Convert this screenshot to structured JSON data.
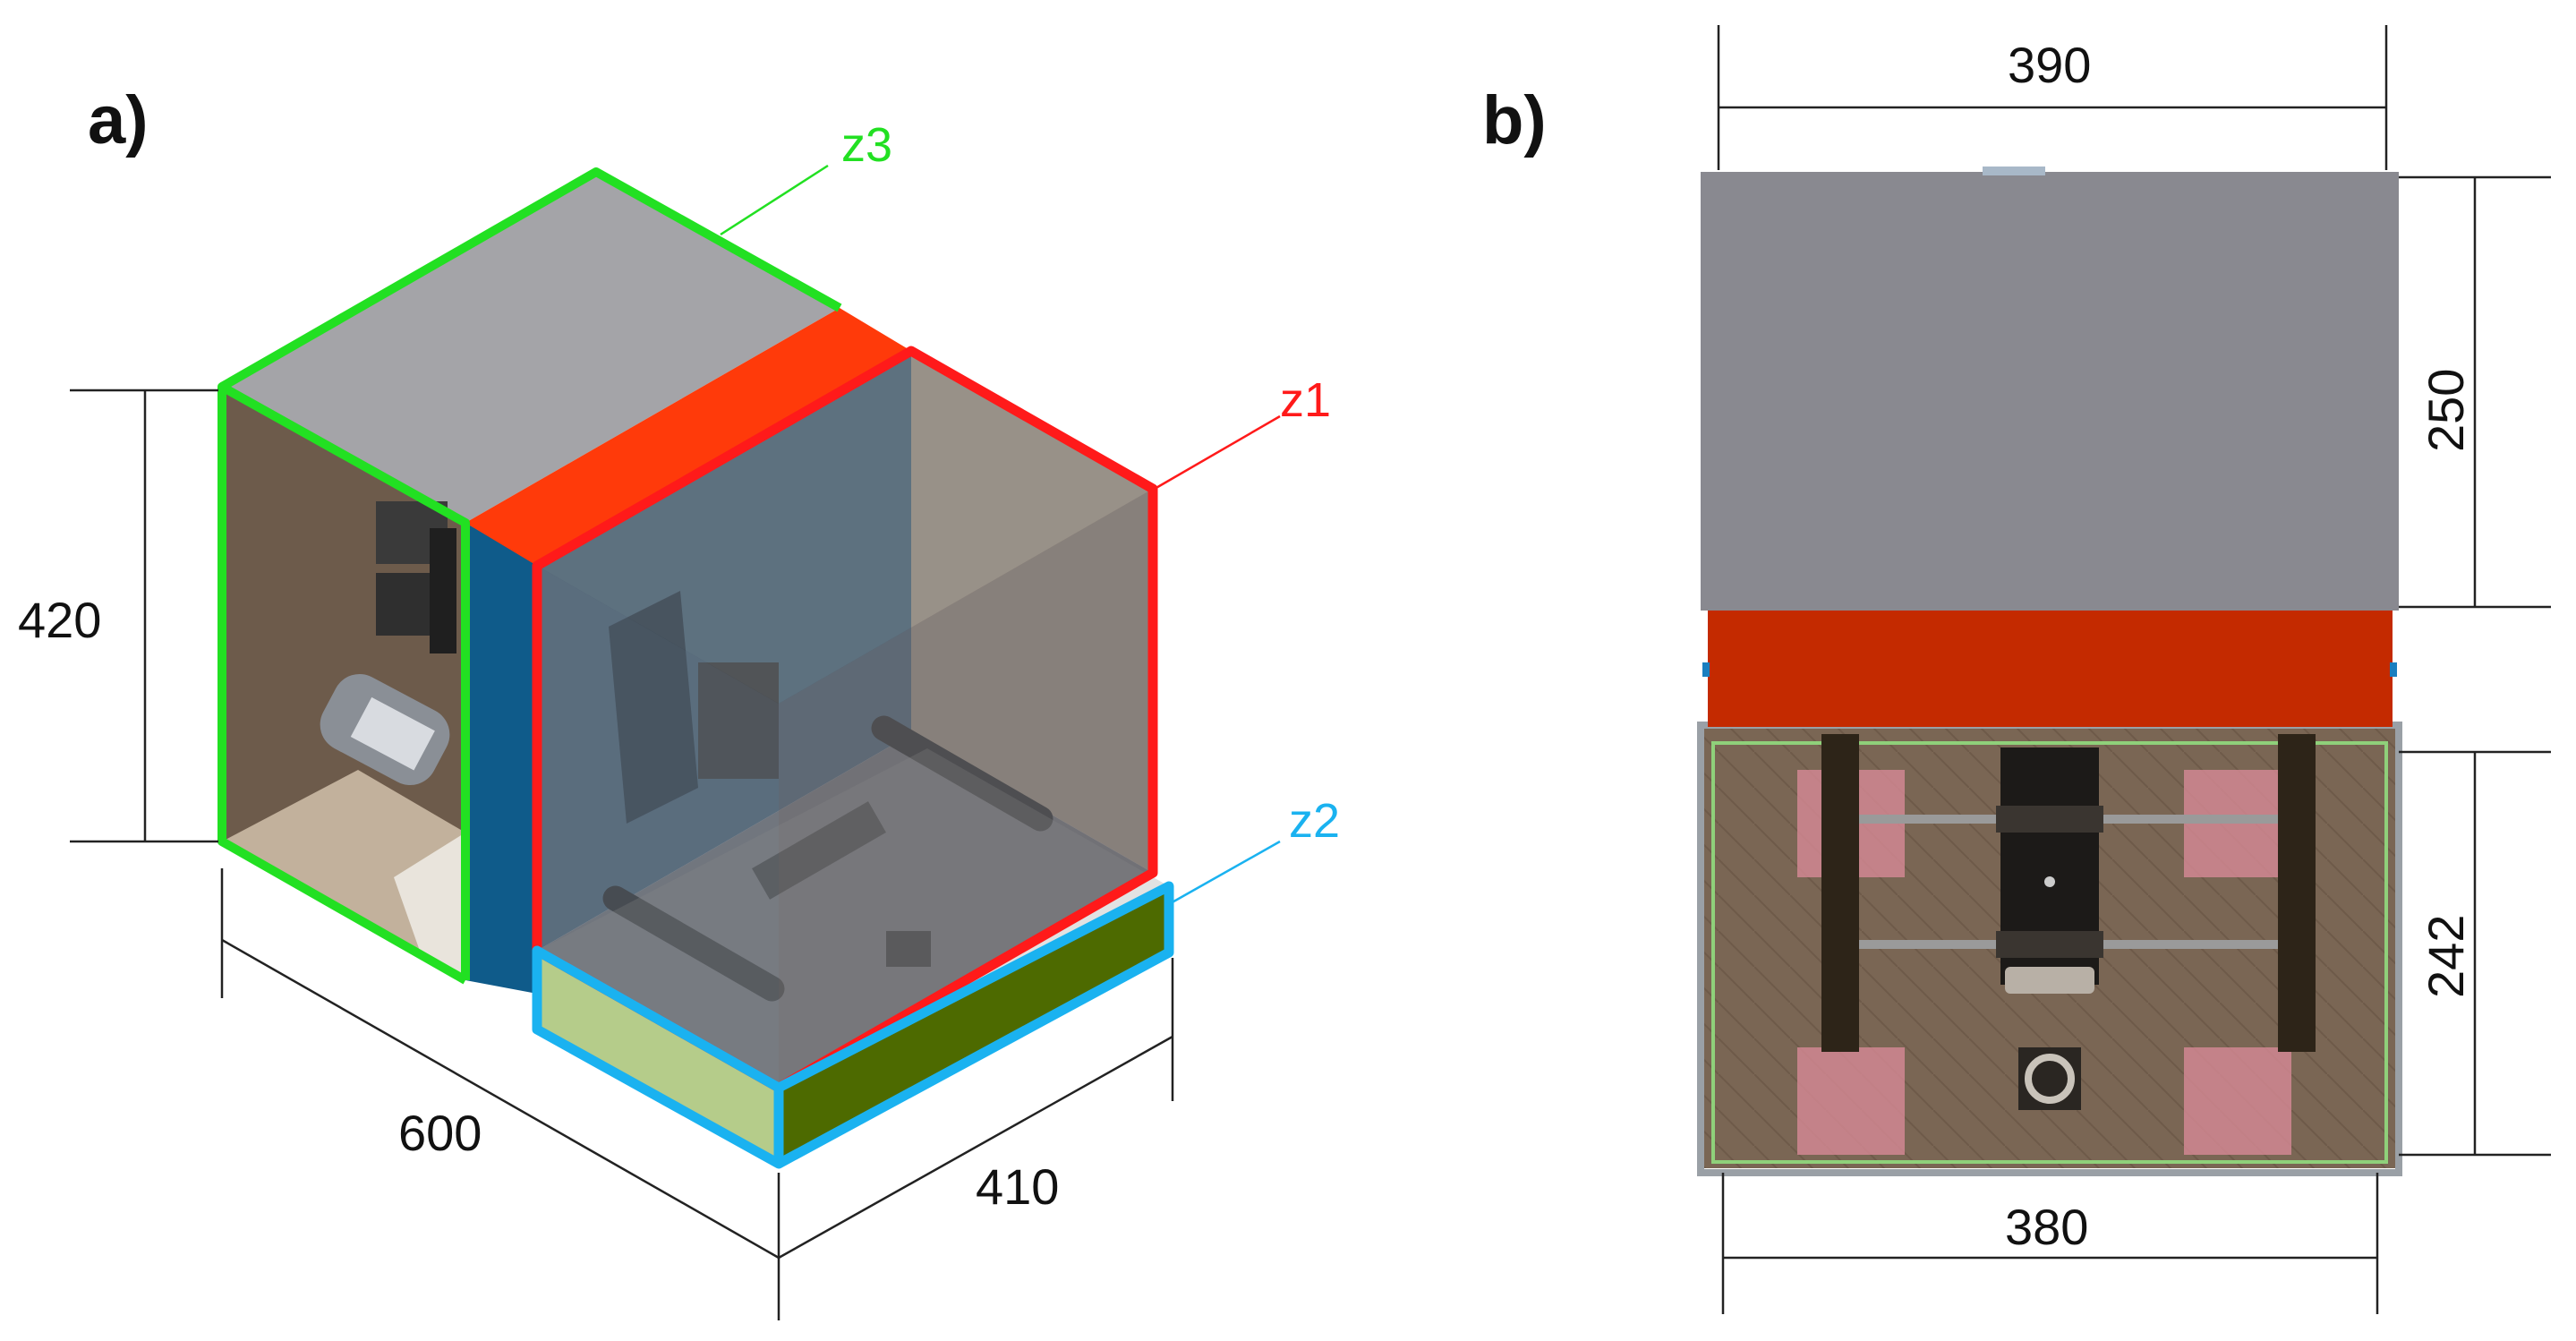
{
  "panel_a": {
    "label": "a)",
    "zones": {
      "z1": {
        "label": "z1",
        "color": "#ff1a1a"
      },
      "z2": {
        "label": "z2",
        "color": "#1ab2f0"
      },
      "z3": {
        "label": "z3",
        "color": "#22e022"
      }
    },
    "dimensions": {
      "height": "420",
      "length": "600",
      "width": "410"
    }
  },
  "panel_b": {
    "label": "b)",
    "dimensions": {
      "top_width": "390",
      "bottom_width": "380",
      "upper_depth": "250",
      "lower_depth": "242"
    }
  }
}
